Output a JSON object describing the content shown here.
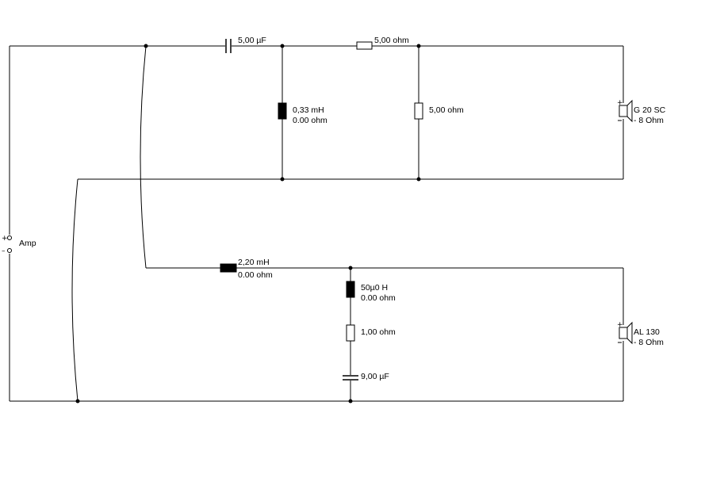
{
  "amp": {
    "label": "Amp",
    "plus": "+",
    "minus": "–"
  },
  "tweeter_branch": {
    "c_series": "5,00 µF",
    "r_series": "5,00 ohm",
    "l_shunt_value": "0,33 mH",
    "l_shunt_dcr": "0.00 ohm",
    "r_shunt": "5,00 ohm",
    "driver_name": "G 20 SC",
    "driver_imp": "- 8 Ohm"
  },
  "woofer_branch": {
    "l_series_value": "2,20 mH",
    "l_series_dcr": "0.00 ohm",
    "l_zobel_value": "50µ0 H",
    "l_zobel_dcr": "0.00 ohm",
    "r_zobel": "1,00 ohm",
    "c_zobel": "9,00 µF",
    "driver_name": "AL 130",
    "driver_imp": "- 8 Ohm"
  }
}
